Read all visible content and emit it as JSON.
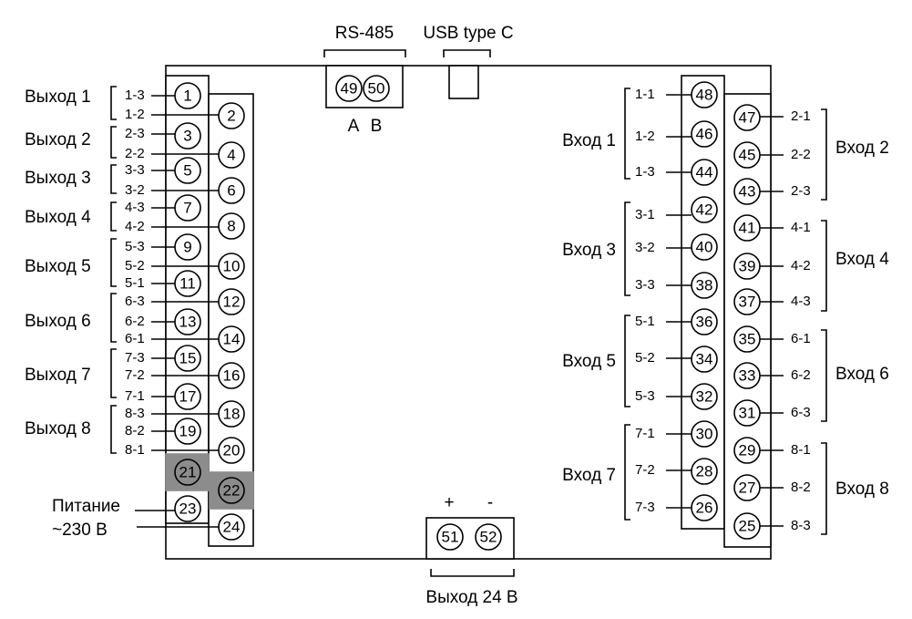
{
  "colors": {
    "line": "#000000",
    "shaded_terminal": "#8c8c8c",
    "background": "#ffffff"
  },
  "top_labels": {
    "rs485": "RS-485",
    "usb": "USB type C",
    "a": "A",
    "b": "B"
  },
  "power": {
    "line1": "Питание",
    "line2": "~230 В"
  },
  "bottom_label": "Выход 24 В",
  "plus": "+",
  "minus": "-",
  "terminals": {
    "t1": "1",
    "t2": "2",
    "t3": "3",
    "t4": "4",
    "t5": "5",
    "t6": "6",
    "t7": "7",
    "t8": "8",
    "t9": "9",
    "t10": "10",
    "t11": "11",
    "t12": "12",
    "t13": "13",
    "t14": "14",
    "t15": "15",
    "t16": "16",
    "t17": "17",
    "t18": "18",
    "t19": "19",
    "t20": "20",
    "t21": "21",
    "t22": "22",
    "t23": "23",
    "t24": "24",
    "t25": "25",
    "t26": "26",
    "t27": "27",
    "t28": "28",
    "t29": "29",
    "t30": "30",
    "t31": "31",
    "t32": "32",
    "t33": "33",
    "t34": "34",
    "t35": "35",
    "t36": "36",
    "t37": "37",
    "t38": "38",
    "t39": "39",
    "t40": "40",
    "t41": "41",
    "t42": "42",
    "t43": "43",
    "t44": "44",
    "t45": "45",
    "t46": "46",
    "t47": "47",
    "t48": "48",
    "t49": "49",
    "t50": "50",
    "t51": "51",
    "t52": "52"
  },
  "outputs": {
    "o1": {
      "name": "Выход 1",
      "a": "1-3",
      "b": "1-2"
    },
    "o2": {
      "name": "Выход 2",
      "a": "2-3",
      "b": "2-2"
    },
    "o3": {
      "name": "Выход 3",
      "a": "3-3",
      "b": "3-2"
    },
    "o4": {
      "name": "Выход 4",
      "a": "4-3",
      "b": "4-2"
    },
    "o5": {
      "name": "Выход 5",
      "a": "5-3",
      "b": "5-2",
      "c": "5-1"
    },
    "o6": {
      "name": "Выход 6",
      "a": "6-3",
      "b": "6-2",
      "c": "6-1"
    },
    "o7": {
      "name": "Выход 7",
      "a": "7-3",
      "b": "7-2",
      "c": "7-1"
    },
    "o8": {
      "name": "Выход 8",
      "a": "8-3",
      "b": "8-2",
      "c": "8-1"
    }
  },
  "inputs": {
    "i1": {
      "name": "Вход 1",
      "a": "1-1",
      "b": "1-2",
      "c": "1-3"
    },
    "i2": {
      "name": "Вход 2",
      "a": "2-1",
      "b": "2-2",
      "c": "2-3"
    },
    "i3": {
      "name": "Вход 3",
      "a": "3-1",
      "b": "3-2",
      "c": "3-3"
    },
    "i4": {
      "name": "Вход 4",
      "a": "4-1",
      "b": "4-2",
      "c": "4-3"
    },
    "i5": {
      "name": "Вход 5",
      "a": "5-1",
      "b": "5-2",
      "c": "5-3"
    },
    "i6": {
      "name": "Вход 6",
      "a": "6-1",
      "b": "6-2",
      "c": "6-3"
    },
    "i7": {
      "name": "Вход 7",
      "a": "7-1",
      "b": "7-2",
      "c": "7-3"
    },
    "i8": {
      "name": "Вход 8",
      "a": "8-1",
      "b": "8-2",
      "c": "8-3"
    }
  }
}
